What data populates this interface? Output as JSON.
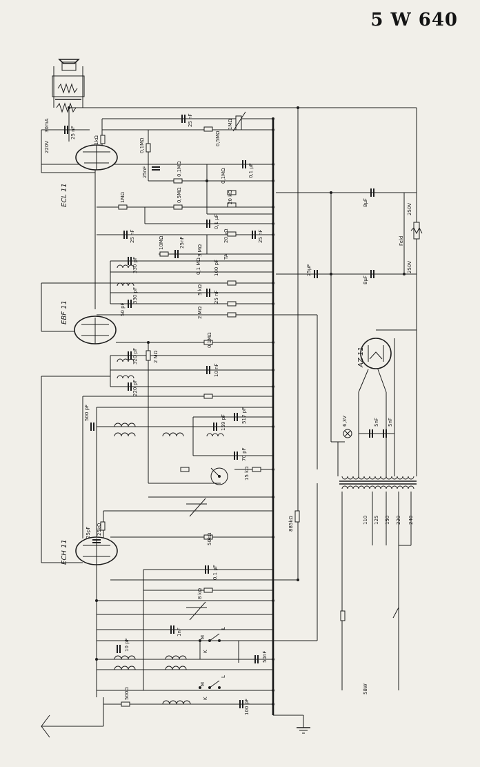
{
  "title": "5 W 640",
  "tubes": {
    "ecl11": "ECL 11",
    "ebf11": "EBF 11",
    "ech11": "ECH 11",
    "az11": "AZ 11"
  },
  "labels": {
    "current_30ma": "30mA",
    "volt_220": "220V",
    "volt_250a": "250V",
    "volt_250b": "250V",
    "field": "Feld",
    "lamp": "6,3V",
    "power": "58W",
    "ta": "TA",
    "mains_taps": [
      "110",
      "125",
      "150",
      "220",
      "240"
    ]
  },
  "parts": {
    "c_25nf_top": "25 nF",
    "c_25nf_ecl": "25 nF",
    "r_1k_ecl": "1kΩ",
    "r_01m_a": "0,1MΩ",
    "r_05m_a": "0,5MΩ",
    "pot_1m": "1MΩ",
    "c_25nf_side": "25nF",
    "r_01m_b": "0,1MΩ",
    "r_01m_c": "0,1MΩ",
    "c_01uf_a": "0,1 µF",
    "r_1m_b": "1MΩ",
    "r_05m_b": "0,5MΩ",
    "r_20kohm": "20 kΩ",
    "c_01uf_b": "0,1 µF",
    "r_25nf_lbl": "25 nF",
    "c_25nf_mid": "25 nF",
    "c_25uf": "25µF",
    "c_8uf_a": "8µF",
    "c_8uf_b": "8µF",
    "r_10m": "10MΩ",
    "c_25nf_d": "25nF",
    "r_3m": "3 MΩ",
    "r_20k_b": "20 kΩ",
    "c_100pf_a": "100 pF",
    "c_25nf_e": "25 nF",
    "c_330pf_a": "330 pF",
    "c_330pf_b": "330 pF",
    "r_01m_d": "0,1 MΩ",
    "r_5k": "5 kΩ",
    "c_50pf": "50 pF",
    "r_2m": "2 MΩ",
    "r_2m_b": "2 MΩ",
    "r_01m_e": "0,1MΩ",
    "c_320pf_a": "320 pF",
    "c_10nf": "10 nF",
    "c_220pf": "220 pF",
    "c_500pf": "500 pF",
    "c_517pf": "517 pF",
    "c_159pf": "159 pF",
    "c_70pf": "70 pF",
    "r_15k": "15 kΩ",
    "r_50k": "50kΩ",
    "r_885k": "885kΩ",
    "c_25pf": "25pF",
    "r_25k": "25kΩ",
    "c_01uf_c": "0,1 µF",
    "r_8k": "8 kΩ",
    "c_10pf": "10 pF",
    "c_1nf": "1nF",
    "c_50nf": "50nF",
    "r_500": "500Ω",
    "c_100pf_b": "100 pF",
    "c_5nf_a": "5nF",
    "c_5nf_b": "5nF"
  },
  "switch_marks": {
    "m1": "M",
    "l1": "L",
    "k1": "K",
    "m2": "M",
    "l2": "L",
    "k2": "K"
  }
}
